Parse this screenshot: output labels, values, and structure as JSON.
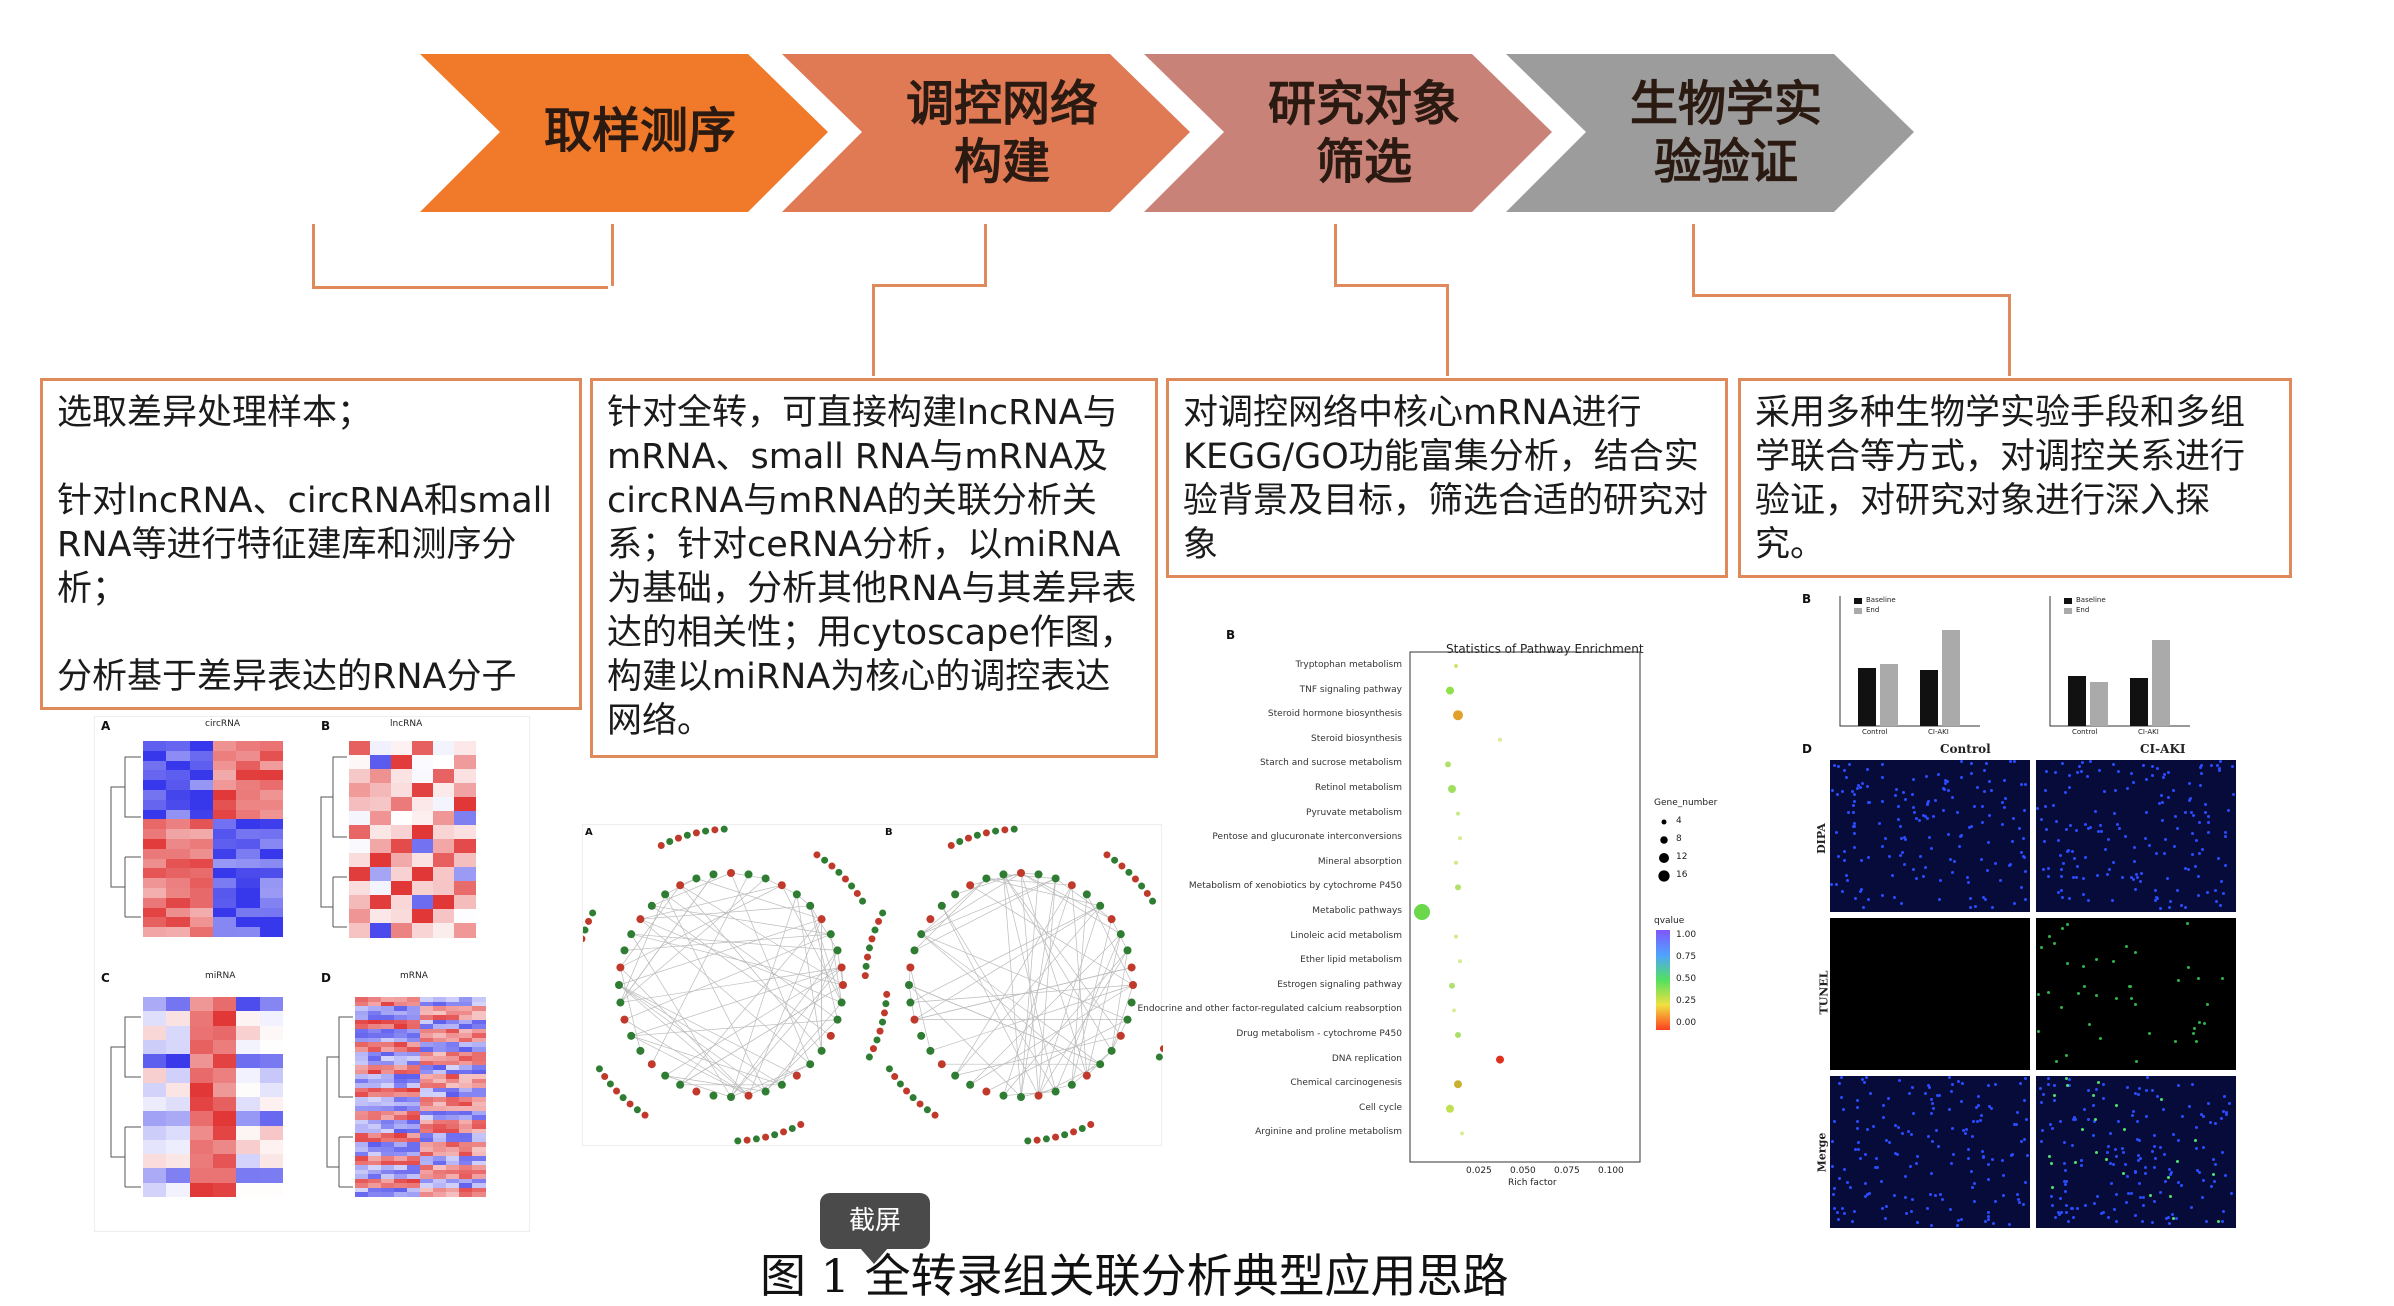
{
  "flow": {
    "steps": [
      {
        "label": "取样测序",
        "color": "#f07a2a"
      },
      {
        "label": "调控网络\n构建",
        "color": "#e07a55"
      },
      {
        "label": "研究对象\n筛选",
        "color": "#c98278"
      },
      {
        "label": "生物学实\n验验证",
        "color": "#9c9c9c"
      }
    ]
  },
  "boxes": {
    "box1": {
      "line1": "选取差异处理样本；",
      "line2": "针对lncRNA、circRNA和small RNA等进行特征建库和测序分析；",
      "line3": "分析基于差异表达的RNA分子"
    },
    "box2": {
      "text": "针对全转，可直接构建lncRNA与mRNA、small RNA与mRNA及circRNA与mRNA的关联分析关系；针对ceRNA分析，以miRNA为基础，分析其他RNA与其差异表达的相关性；用cytoscape作图，构建以miRNA为核心的调控表达网络。"
    },
    "box3": {
      "text": "对调控网络中核心mRNA进行KEGG/GO功能富集分析，结合实验背景及目标，筛选合适的研究对象"
    },
    "box4": {
      "text": "采用多种生物学实验手段和多组学联合等方式，对调控关系进行验证，对研究对象进行深入探究。"
    }
  },
  "figures": {
    "heatmaps": {
      "labels": [
        "A",
        "B",
        "C",
        "D"
      ],
      "titles": [
        "circRNA",
        "lncRNA",
        "miRNA",
        "mRNA"
      ]
    },
    "network": {
      "labels": [
        "A",
        "B"
      ]
    },
    "bubble": {
      "label": "B",
      "title": "Statistics of Pathway Enrichment",
      "xlabel": "Rich factor",
      "xticks": [
        "0.025",
        "0.050",
        "0.075",
        "0.100"
      ],
      "legend_size_title": "Gene_number",
      "legend_sizes": [
        "4",
        "8",
        "12",
        "16"
      ],
      "legend_color_title": "qvalue",
      "legend_colors": [
        "1.00",
        "0.75",
        "0.50",
        "0.25",
        "0.00"
      ],
      "pathways": [
        "Tryptophan metabolism",
        "TNF signaling pathway",
        "Steroid hormone biosynthesis",
        "Steroid biosynthesis",
        "Starch and sucrose metabolism",
        "Retinol metabolism",
        "Pyruvate metabolism",
        "Pentose and glucuronate interconversions",
        "Mineral absorption",
        "Metabolism of xenobiotics by cytochrome P450",
        "Metabolic pathways",
        "Linoleic acid metabolism",
        "Ether lipid metabolism",
        "Estrogen signaling pathway",
        "Endocrine and other factor-regulated calcium reabsorption",
        "Drug metabolism - cytochrome P450",
        "DNA replication",
        "Chemical carcinogenesis",
        "Cell cycle",
        "Arginine and proline metabolism"
      ]
    },
    "validation": {
      "label_b": "B",
      "label_d": "D",
      "legend": [
        "Baseline",
        "End"
      ],
      "groups": [
        "Control",
        "CI-AKI"
      ],
      "rows": [
        "DIPA",
        "TUNEL",
        "Merge"
      ],
      "cols": [
        "Control",
        "CI-AKI"
      ]
    }
  },
  "caption": "图 1  全转录组关联分析典型应用思路",
  "badge": "截屏"
}
